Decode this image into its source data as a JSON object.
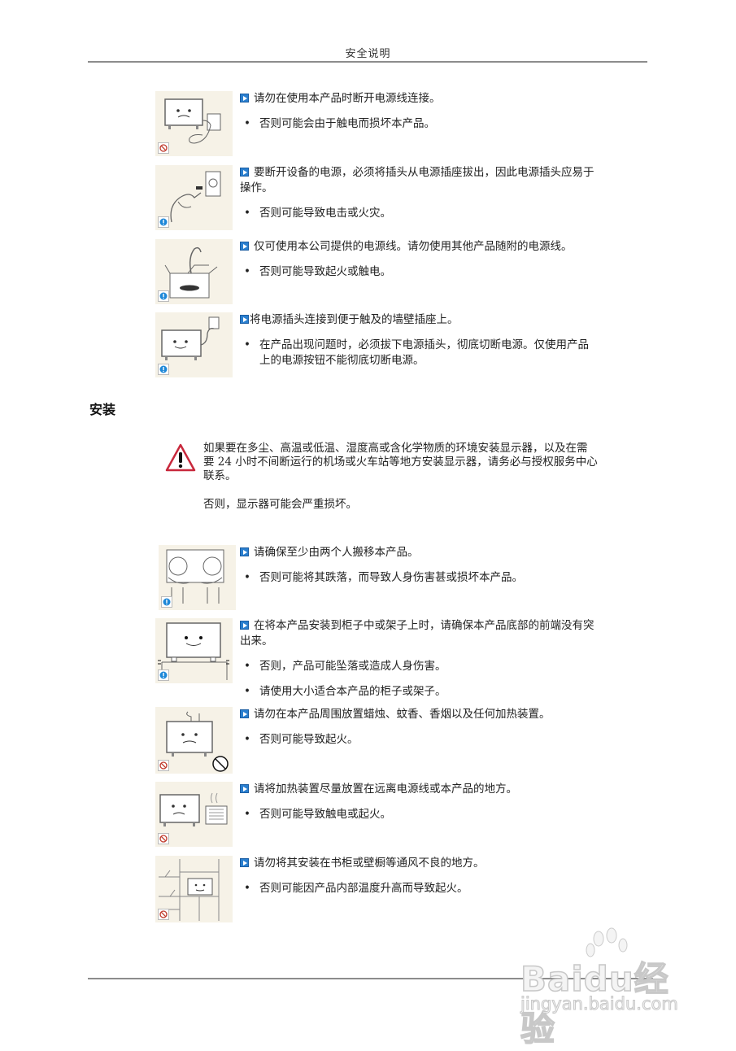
{
  "header": {
    "title": "安全说明"
  },
  "power_items": [
    {
      "icon": "prohibited-icon",
      "title": "请勿在使用本产品时断开电源线连接。",
      "bullets": [
        "否则可能会由于触电而损坏本产品。"
      ]
    },
    {
      "icon": "caution-icon",
      "title": "要断开设备的电源，必须将插头从电源插座拔出，因此电源插头应易于操作。",
      "bullets": [
        "否则可能导致电击或火灾。"
      ]
    },
    {
      "icon": "caution-icon",
      "title": "仅可使用本公司提供的电源线。请勿使用其他产品随附的电源线。",
      "bullets": [
        "否则可能导致起火或触电。"
      ]
    },
    {
      "icon": "caution-icon",
      "title": "将电源插头连接到便于触及的墙壁插座上。",
      "bullets": [
        "在产品出现问题时，必须拔下电源插头，彻底切断电源。仅使用产品上的电源按钮不能彻底切断电源。"
      ]
    }
  ],
  "install_section": {
    "heading": "安装",
    "warning": {
      "icon": "warning-triangle-icon",
      "text": "如果要在多尘、高温或低温、湿度高或含化学物质的环境安装显示器，以及在需要 24 小时不间断运行的机场或火车站等地方安装显示器，请务必与授权服务中心联系。",
      "consequence": "否则，显示器可能会严重损坏。"
    },
    "items": [
      {
        "icon": "caution-icon",
        "title": "请确保至少由两个人搬移本产品。",
        "bullets": [
          "否则可能将其跌落，而导致人身伤害甚或损坏本产品。"
        ]
      },
      {
        "icon": "caution-icon",
        "title": "在将本产品安装到柜子中或架子上时，请确保本产品底部的前端没有突出来。",
        "bullets": [
          "否则，产品可能坠落或造成人身伤害。",
          "请使用大小适合本产品的柜子或架子。"
        ]
      },
      {
        "icon": "prohibited-icon",
        "title": "请勿在本产品周围放置蜡烛、蚊香、香烟以及任何加热装置。",
        "bullets": [
          "否则可能导致起火。"
        ]
      },
      {
        "icon": "prohibited-icon",
        "title": "请将加热装置尽量放置在远离电源线或本产品的地方。",
        "bullets": [
          "否则可能导致触电或起火。"
        ]
      },
      {
        "icon": "prohibited-icon",
        "title": "请勿将其安装在书柜或壁橱等通风不良的地方。",
        "bullets": [
          "否则可能因产品内部温度升高而导致起火。"
        ]
      }
    ]
  },
  "watermark": {
    "brand": "Baidu经验",
    "url": "jingyan.baidu.com"
  },
  "colors": {
    "arrow_blue": "#2a7fcf",
    "caution_blue": "#1e88d8",
    "prohibit_red": "#c0392b",
    "warning_red": "#c8283c",
    "illus_bg": "#f6f2e7",
    "rule_gray": "#8c8c8c"
  }
}
